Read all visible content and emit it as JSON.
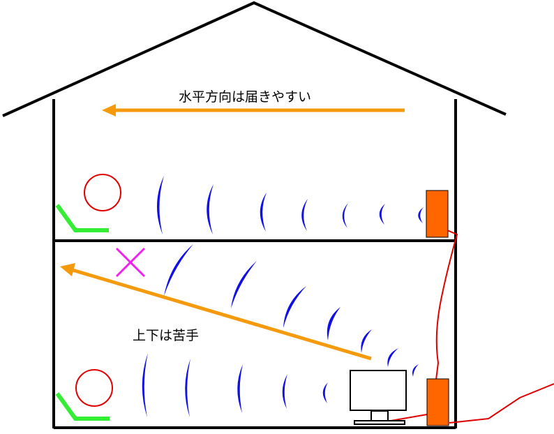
{
  "labels": {
    "horizontal": "水平方向は届きやすい",
    "vertical": "上下は苦手"
  },
  "symbols": {
    "good": "circle-mark",
    "bad": "cross-mark",
    "check": "check-mark"
  },
  "colors": {
    "house": "#000000",
    "wave": "#1010e6",
    "arrow": "#f59a0c",
    "router": "#ff6600",
    "cable": "#e00000",
    "circle": "#e00000",
    "cross": "#ee22ee",
    "check": "#33ee33"
  }
}
